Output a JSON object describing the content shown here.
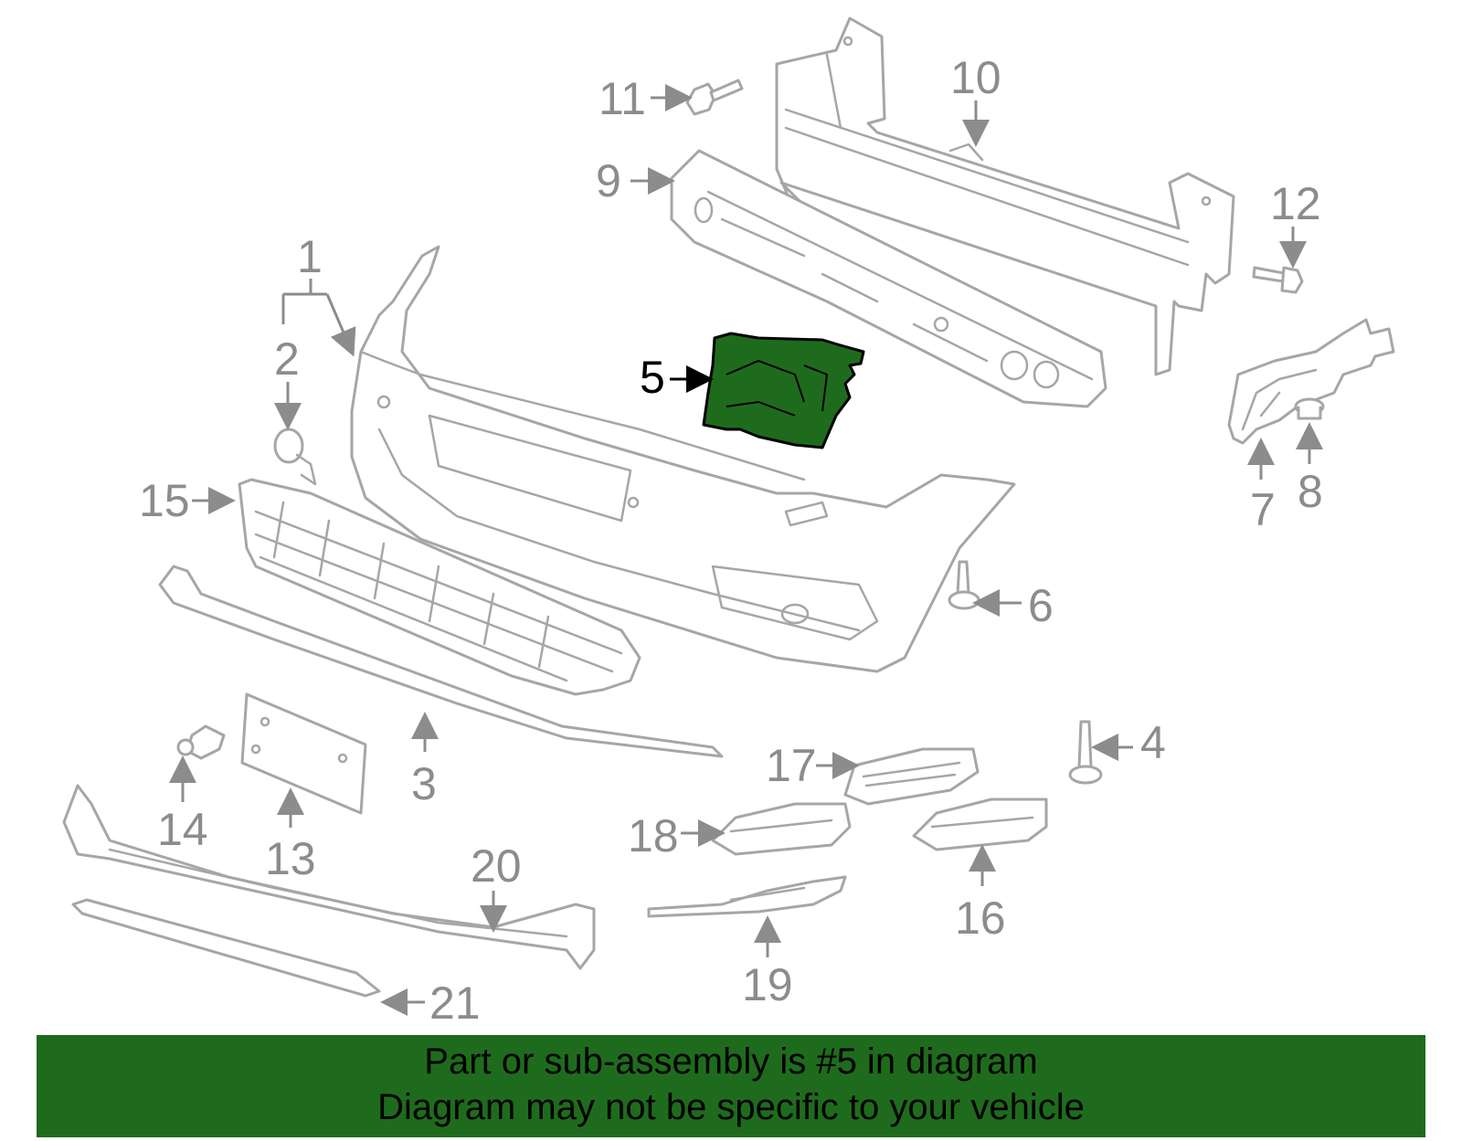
{
  "diagram": {
    "highlighted_part": "5",
    "highlight_color": "#1f6b1d",
    "line_color": "#a6a6a6",
    "callouts": [
      {
        "id": "c1",
        "label": "1"
      },
      {
        "id": "c2",
        "label": "2"
      },
      {
        "id": "c3",
        "label": "3"
      },
      {
        "id": "c4",
        "label": "4"
      },
      {
        "id": "c5",
        "label": "5"
      },
      {
        "id": "c6",
        "label": "6"
      },
      {
        "id": "c7",
        "label": "7"
      },
      {
        "id": "c8",
        "label": "8"
      },
      {
        "id": "c9",
        "label": "9"
      },
      {
        "id": "c10",
        "label": "10"
      },
      {
        "id": "c11",
        "label": "11"
      },
      {
        "id": "c12",
        "label": "12"
      },
      {
        "id": "c13",
        "label": "13"
      },
      {
        "id": "c14",
        "label": "14"
      },
      {
        "id": "c15",
        "label": "15"
      },
      {
        "id": "c16",
        "label": "16"
      },
      {
        "id": "c17",
        "label": "17"
      },
      {
        "id": "c18",
        "label": "18"
      },
      {
        "id": "c19",
        "label": "19"
      },
      {
        "id": "c20",
        "label": "20"
      },
      {
        "id": "c21",
        "label": "21"
      }
    ]
  },
  "banner": {
    "background_color": "#1f6b1d",
    "line1": "Part or sub-assembly is #5 in diagram",
    "line2": "Diagram may not be specific to your vehicle"
  }
}
